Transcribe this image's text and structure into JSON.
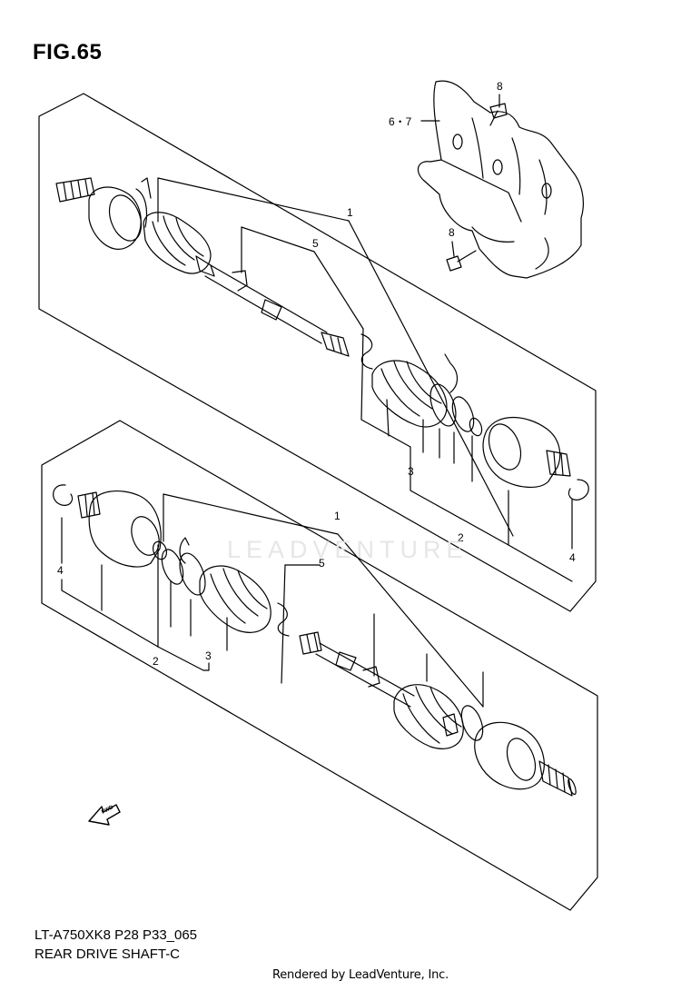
{
  "figure": {
    "title": "FIG.65",
    "model_code": "LT-A750XK8 P28 P33_065",
    "diagram_name": "REAR DRIVE SHAFT-C",
    "rendered_by": "Rendered by LeadVenture, Inc.",
    "watermark": "LEADVENTURE",
    "fwd_label": "FWD"
  },
  "callouts": {
    "upper": {
      "c1": "1",
      "c5": "5",
      "c3": "3",
      "c2": "2",
      "c4": "4"
    },
    "lower": {
      "c1": "1",
      "c5": "5",
      "c4": "4",
      "c2": "2",
      "c3": "3"
    },
    "bracket": {
      "c67": "6・7",
      "c8a": "8",
      "c8b": "8"
    }
  },
  "colors": {
    "line": "#000000",
    "watermark": "#e6e6e6"
  }
}
